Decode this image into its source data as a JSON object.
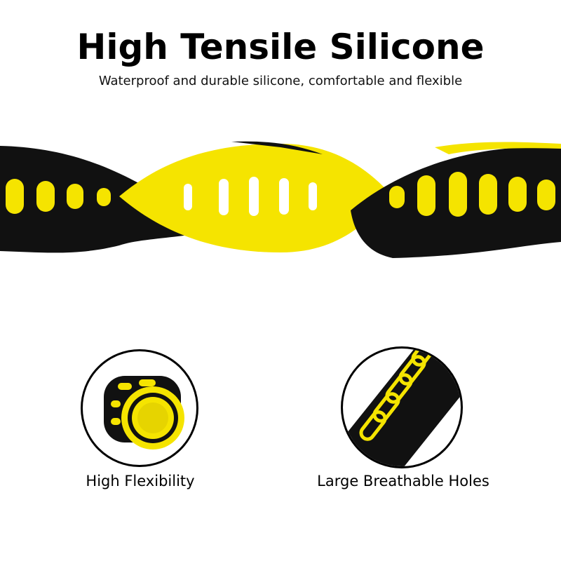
{
  "header": {
    "title": "High Tensile Silicone",
    "subtitle": "Waterproof and durable silicone, comfortable and flexible"
  },
  "features": [
    {
      "label": "High Flexibility",
      "icon": "rolled-band-icon"
    },
    {
      "label": "Large Breathable Holes",
      "icon": "band-holes-icon"
    }
  ],
  "colors": {
    "yellow": "#f5e400",
    "black": "#111111"
  }
}
